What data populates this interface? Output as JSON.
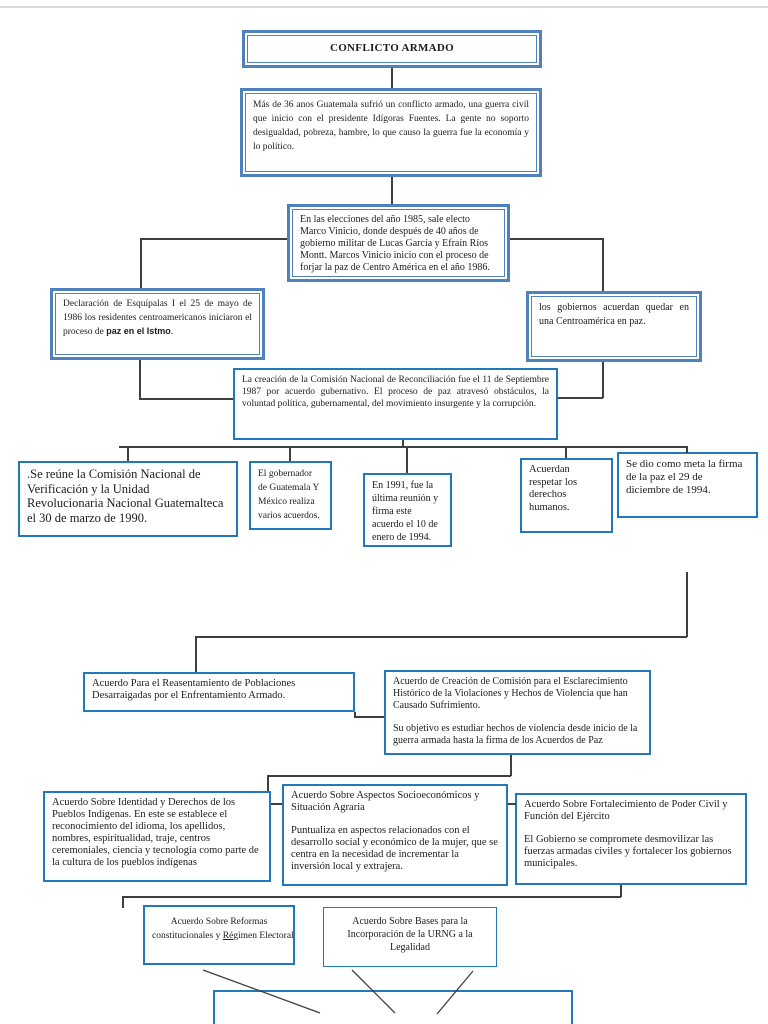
{
  "colors": {
    "box_border_double": "#4f81bd",
    "box_border_single": "#2277bd",
    "connector": "#3f3f3f"
  },
  "diagram": {
    "conflicto": {
      "title": "CONFLICTO ARMADO"
    },
    "intro": {
      "text": "Más de 36 anos Guatemala sufrió un conflicto armado, una guerra civil que inicio con el presidente Idígoras Fuentes. La gente no soporto desigualdad, pobreza, hambre, lo que causo la guerra fue la economía y lo político."
    },
    "elecciones": {
      "text": "En las elecciones del año 1985, sale electo Marco Vinicio, donde después de 40 años de gobierno militar de Lucas García y Efraín Ríos Montt. Marcos Vinicio inicio con el proceso de forjar la paz de Centro América en el año 1986."
    },
    "esquipulas": {
      "before": "Declaración de Esquípalas I el 25 de mayo de 1986 los residentes centroamericanos iniciaron el proceso de ",
      "highlight": "paz en el Istmo",
      "after": "."
    },
    "gobiernos": {
      "text": "los gobiernos acuerdan quedar en una Centroamérica en paz."
    },
    "comision": {
      "text": "La creación de la Comisión Nacional de Reconciliación fue el 11 de Septiembre 1987 por acuerdo gubernativo. El proceso de paz atravesó obstáculos, la voluntad política, gubernamental, del movimiento insurgente y la corrupción."
    },
    "fila_1990": {
      "verificacion": ".Se reúne la Comisión Nacional de Verificación y la Unidad Revolucionaria Nacional Guatemalteca el 30 de marzo de 1990.",
      "gobernador": "El gobernador de Guatemala Y México realiza varios acuerdos.",
      "reunion": "En 1991, fue la última reunión y firma este acuerdo el 10 de enero de 1994.",
      "derechos": "Acuerdan respetar los derechos humanos.",
      "meta": "Se dio como meta la firma de la paz el 29 de diciembre de 1994."
    },
    "acuerdos": {
      "reasentamiento": "Acuerdo Para el Reasentamiento de Poblaciones Desarraigadas por el Enfrentamiento Armado.",
      "esclarecimiento": {
        "p1": "Acuerdo de Creación de Comisión para el Esclarecimiento Histórico de la Violaciones y Hechos de Violencia que han Causado Sufrimiento.",
        "p2": "Su objetivo es estudiar hechos de violencia desde inicio de la guerra armada hasta la firma de los Acuerdos de Paz"
      },
      "identidad": "Acuerdo Sobre Identidad y Derechos de los Pueblos Indígenas. En este se establece el reconocimiento del idioma, los apellidos, nombres, espiritualidad, traje, centros ceremoniales, ciencia y tecnología como parte de la cultura de los pueblos indígenas",
      "aspectos": {
        "p1": "Acuerdo Sobre Aspectos Socioeconómicos y Situación Agraria",
        "p2": "Puntualiza en aspectos relacionados con el desarrollo social y económico de la mujer, que se centra en la necesidad de incrementar la inversión local y extrajera."
      },
      "fortalecimiento": {
        "p1": "Acuerdo Sobre Fortalecimiento de Poder Civil y Función del Ejército",
        "p2": "El Gobierno se compromete desmovilizar las fuerzas armadas civiles y fortalecer los gobiernos municipales."
      },
      "reformas": {
        "line1": "Acuerdo Sobre Reformas",
        "line2_pre": "constitucionales y ",
        "line2_u": "Ré",
        "line2_post": "gimen Electoral"
      },
      "urng": "Acuerdo Sobre Bases para la Incorporación de la URNG a la Legalidad"
    }
  }
}
